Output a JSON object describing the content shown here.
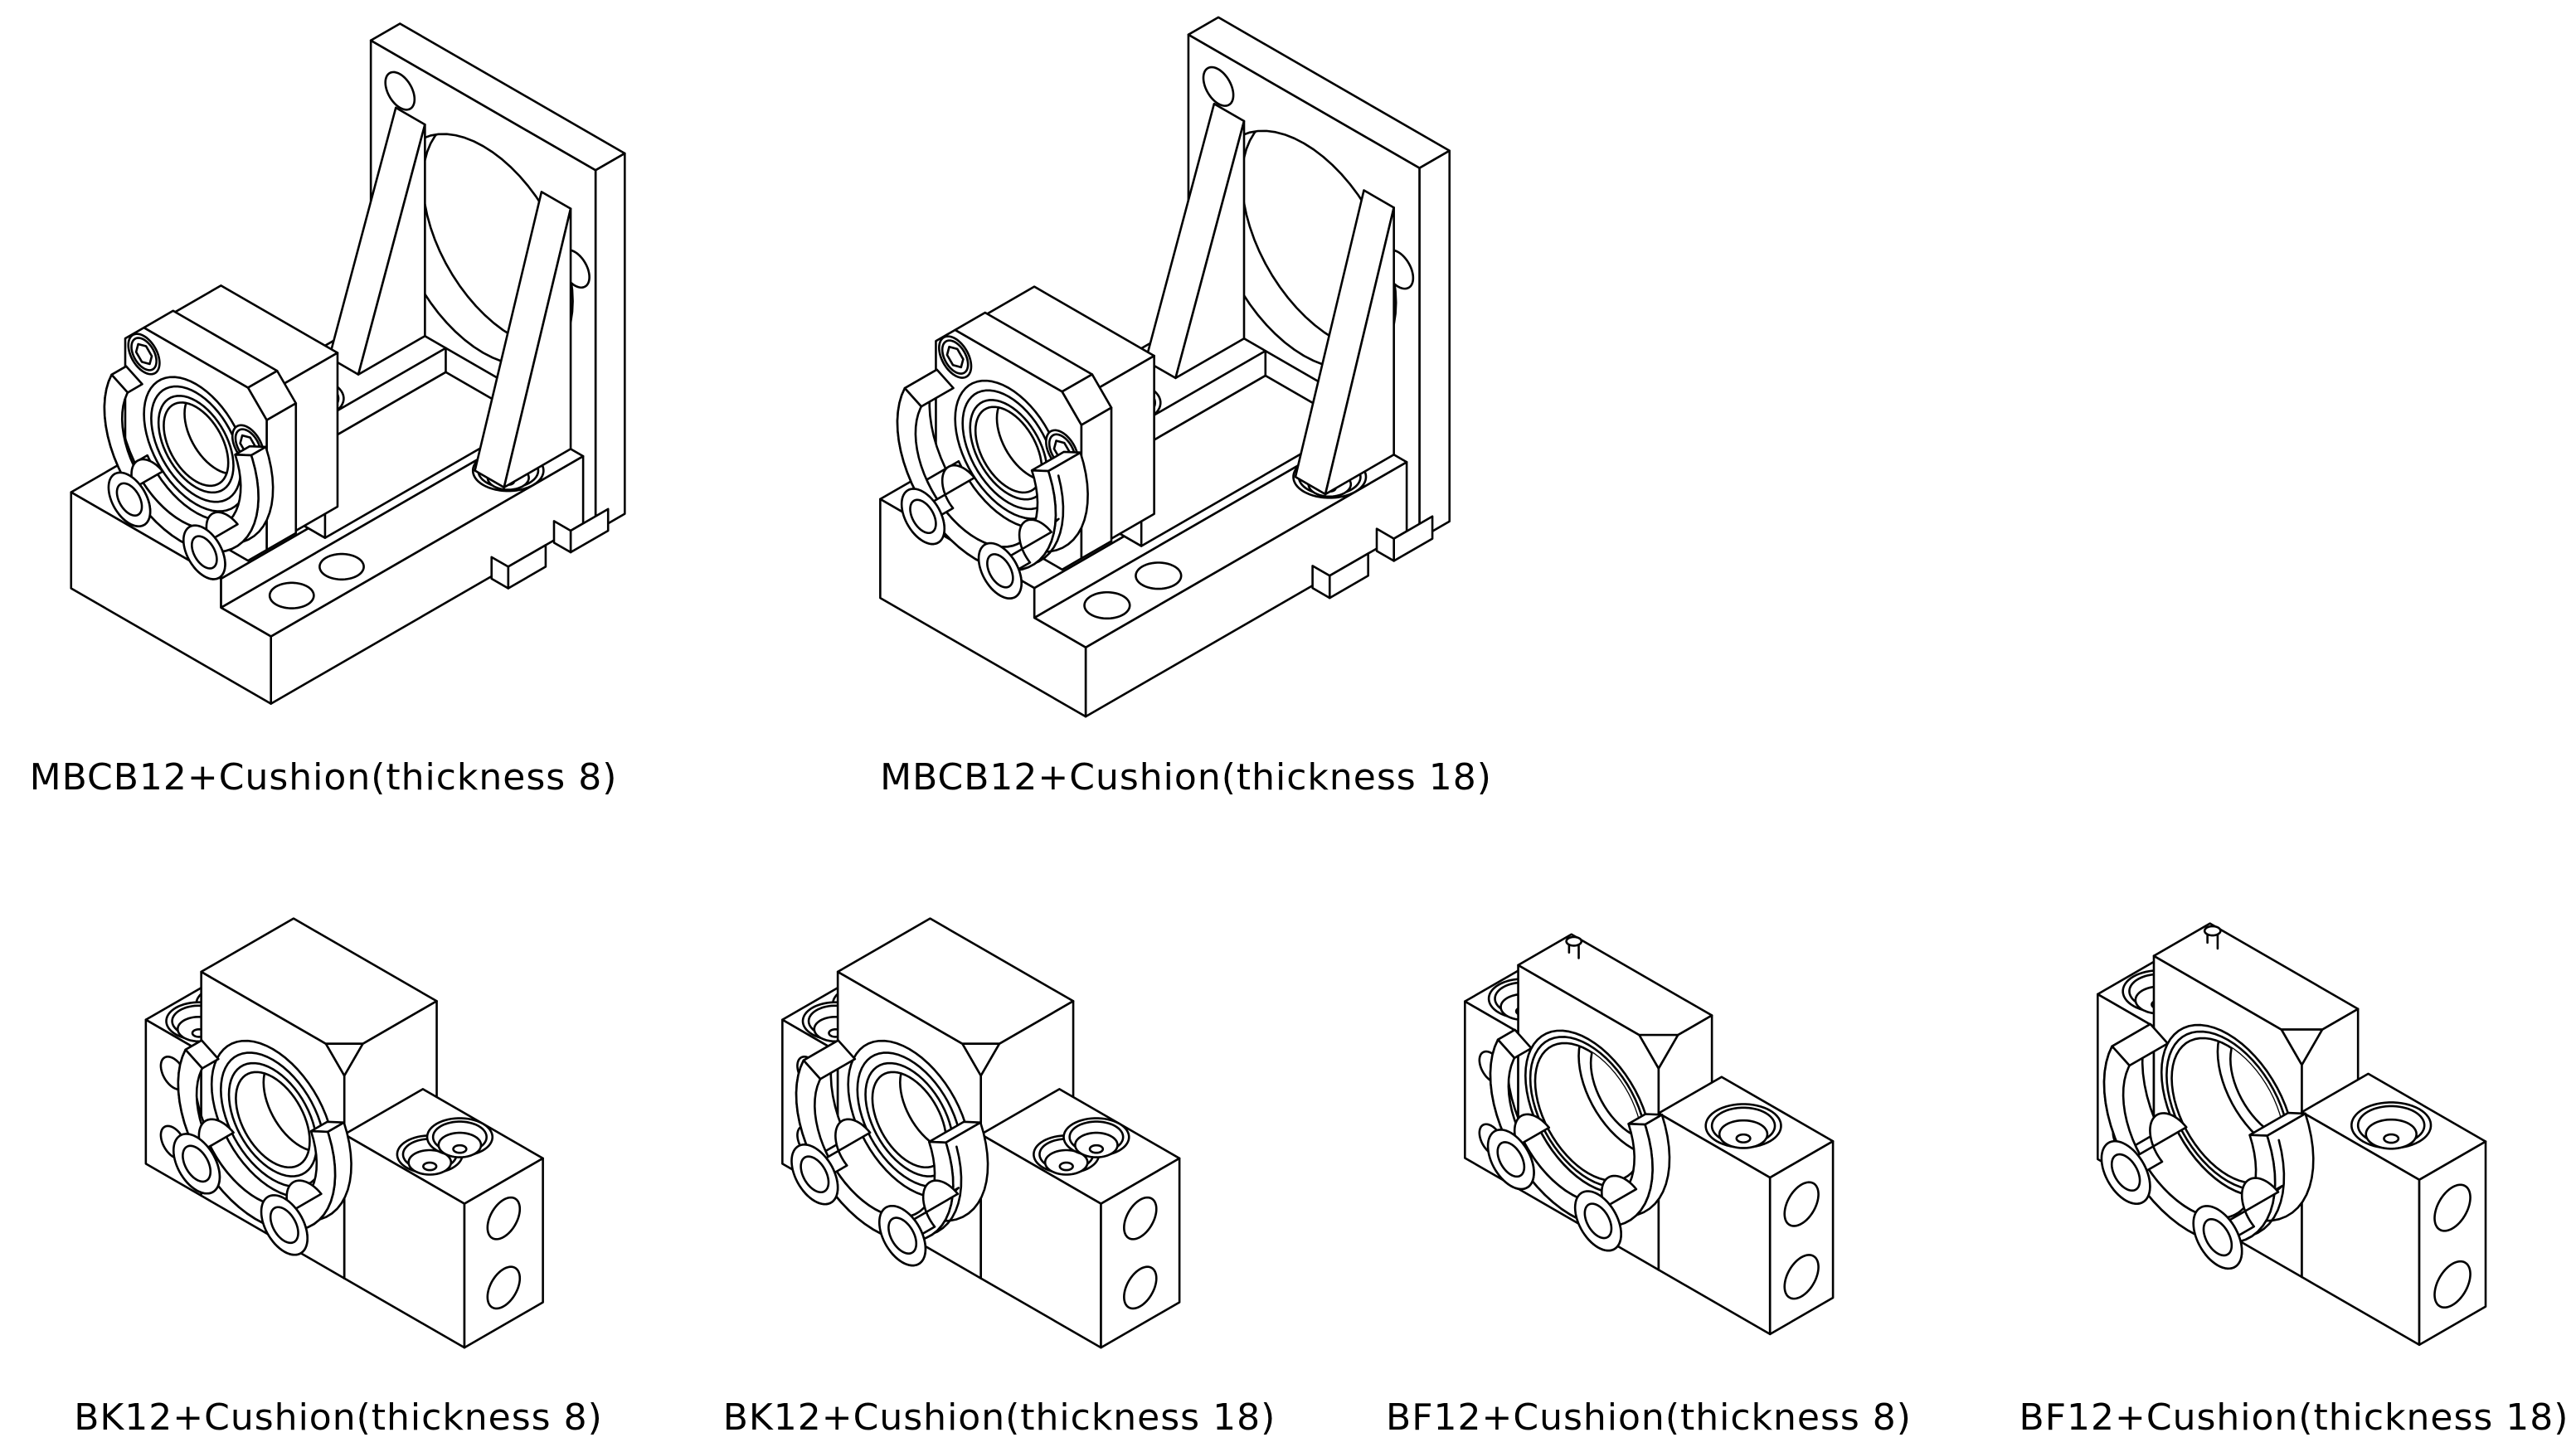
{
  "page": {
    "background": "#ffffff",
    "line_color": "#000000",
    "description": "Six isometric CAD line drawings of ball screw support units combined with cushions"
  },
  "figures": [
    {
      "id": "mbcb12-cushion-8",
      "label": "MBCB12+Cushion(thickness 8)"
    },
    {
      "id": "mbcb12-cushion-18",
      "label": "MBCB12+Cushion(thickness 18)"
    },
    {
      "id": "bk12-cushion-8",
      "label": "BK12+Cushion(thickness 8)"
    },
    {
      "id": "bk12-cushion-18",
      "label": "BK12+Cushion(thickness 18)"
    },
    {
      "id": "bf12-cushion-8",
      "label": "BF12+Cushion(thickness 8)"
    },
    {
      "id": "bf12-cushion-18",
      "label": "BF12+Cushion(thickness 18)"
    }
  ]
}
